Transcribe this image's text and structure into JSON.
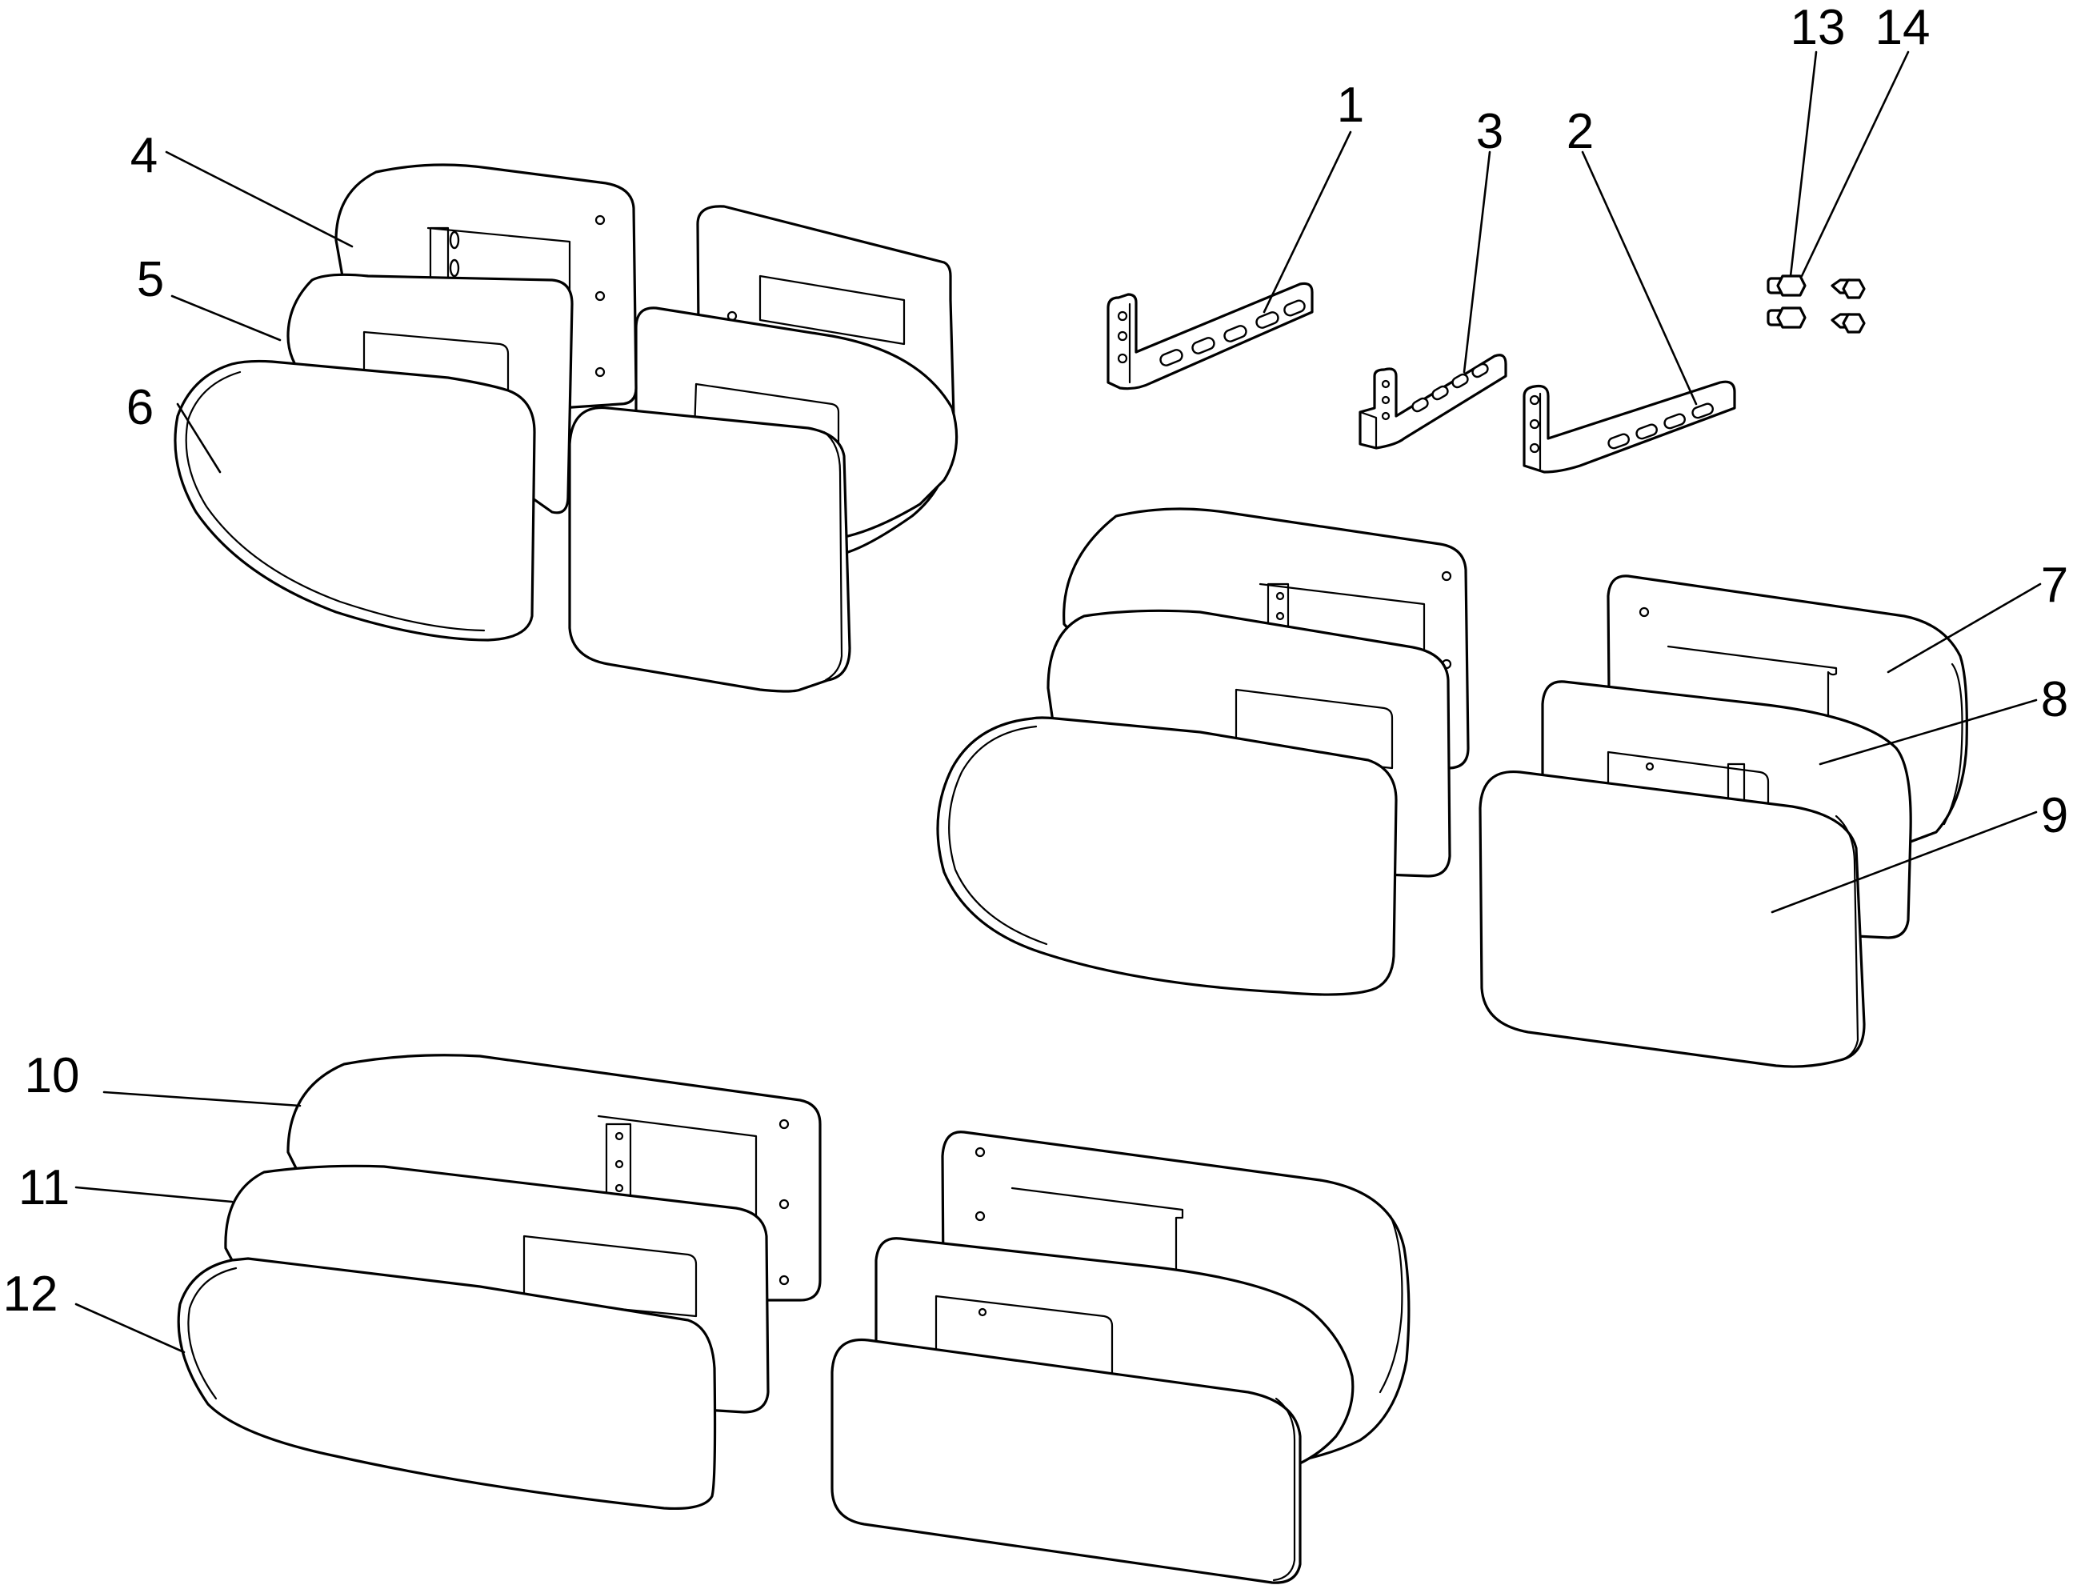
{
  "diagram": {
    "callouts": {
      "c1": "1",
      "c2": "2",
      "c3": "3",
      "c4": "4",
      "c5": "5",
      "c6": "6",
      "c7": "7",
      "c8": "8",
      "c9": "9",
      "c10": "10",
      "c11": "11",
      "c12": "12",
      "c13": "13",
      "c14": "14"
    },
    "colors": {
      "line": "#000000",
      "background": "#ffffff"
    }
  }
}
